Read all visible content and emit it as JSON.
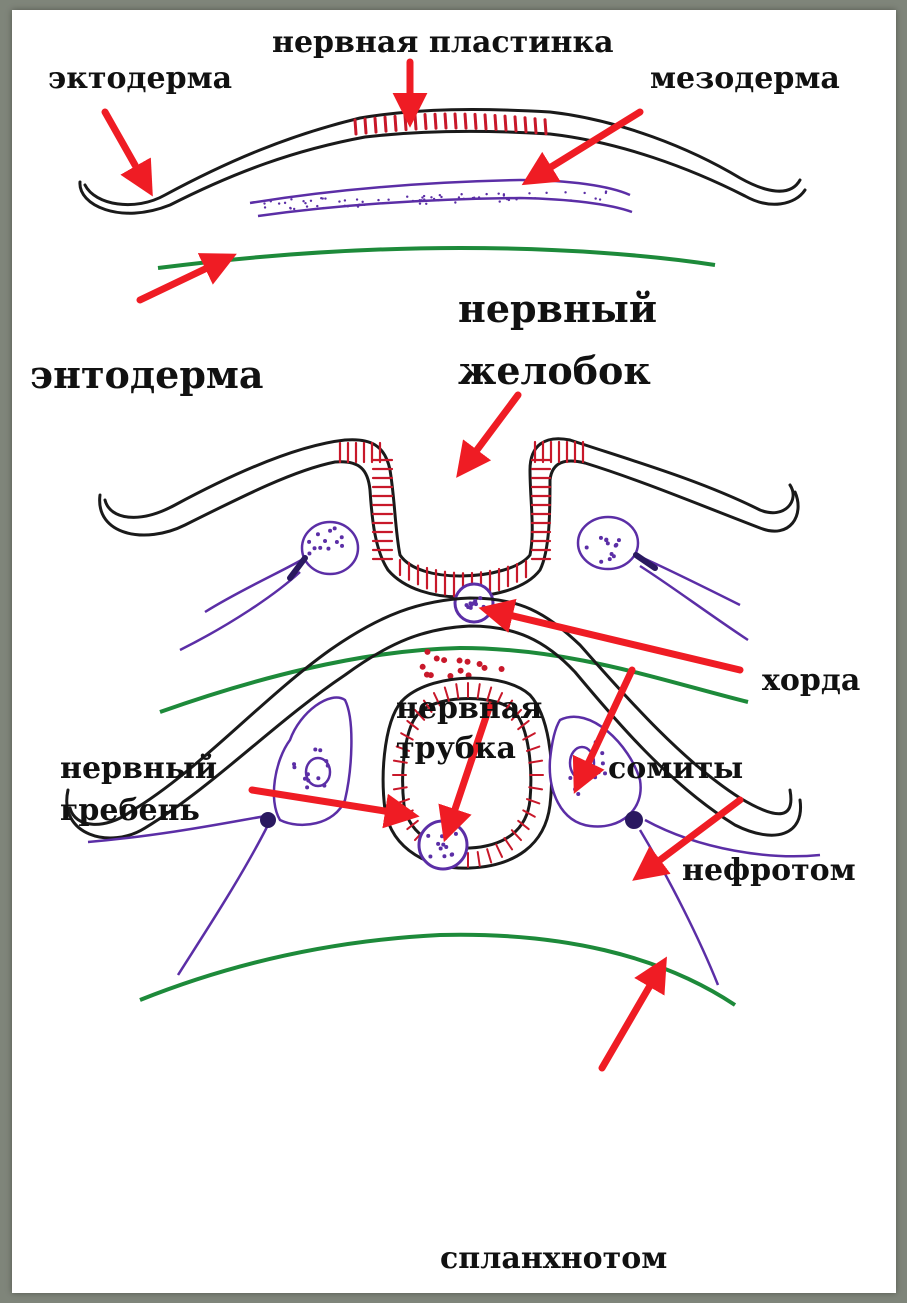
{
  "labels": {
    "ectoderm": "эктодерма",
    "neural_plate": "нервная пластинка",
    "mesoderm": "мезодерма",
    "endoderm": "энтодерма",
    "neural_groove_1": "нервный",
    "neural_groove_2": "желобок",
    "notochord": "хорда",
    "neural_tube_1": "нервная",
    "neural_tube_2": "трубка",
    "neural_crest_1": "нервный",
    "neural_crest_2": "гребень",
    "somites": "сомиты",
    "nephrotome": "нефротом",
    "splanchnotome": "спланхнотом"
  },
  "colors": {
    "background": "#7f857a",
    "paper": "#ffffff",
    "ectoderm": "#1a1a1a",
    "neural": "#c8182a",
    "mesoderm": "#5b2ea6",
    "endoderm": "#1d8a3a",
    "arrow": "#ef1c24",
    "text": "#111111"
  }
}
